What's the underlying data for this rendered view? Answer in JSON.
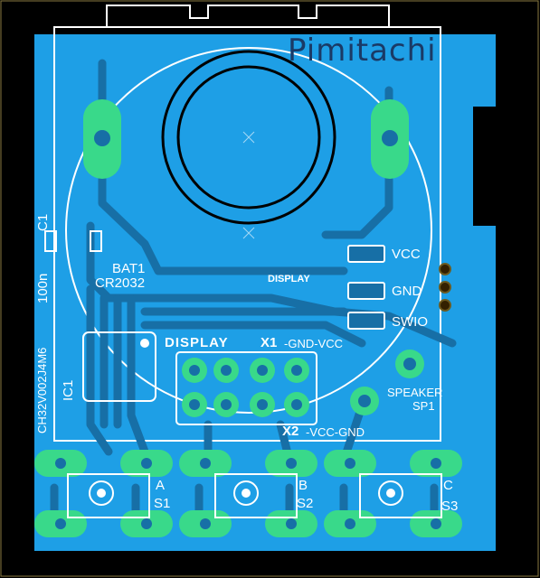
{
  "board_title": "Pimitachi",
  "silkscreen": {
    "battery_ref": "BAT1",
    "battery_part": "CR2032",
    "cap_ref": "C1",
    "cap_value": "100n",
    "ic_ref": "IC1",
    "ic_part": "CH32V002J4M6",
    "display_label_top": "DISPLAY",
    "display_label_header": "DISPLAY",
    "x1": "X1",
    "x1_pins": "-GND-VCC",
    "x2": "X2",
    "x2_pins": "-VCC-GND",
    "pin_vcc": "VCC",
    "pin_gnd": "GND",
    "pin_swio": "SWIO",
    "speaker": "SPEAKER",
    "speaker_ref": "SP1",
    "btn_a": "A",
    "btn_a_ref": "S1",
    "btn_b": "B",
    "btn_b_ref": "S2",
    "btn_c": "C",
    "btn_c_ref": "S3"
  },
  "colors": {
    "background": "#000000",
    "copper": "#1e9fe6",
    "trace_dark": "#176fa6",
    "pad": "#39d98a",
    "silkscreen": "#ffffff",
    "title": "#1a3a66"
  }
}
